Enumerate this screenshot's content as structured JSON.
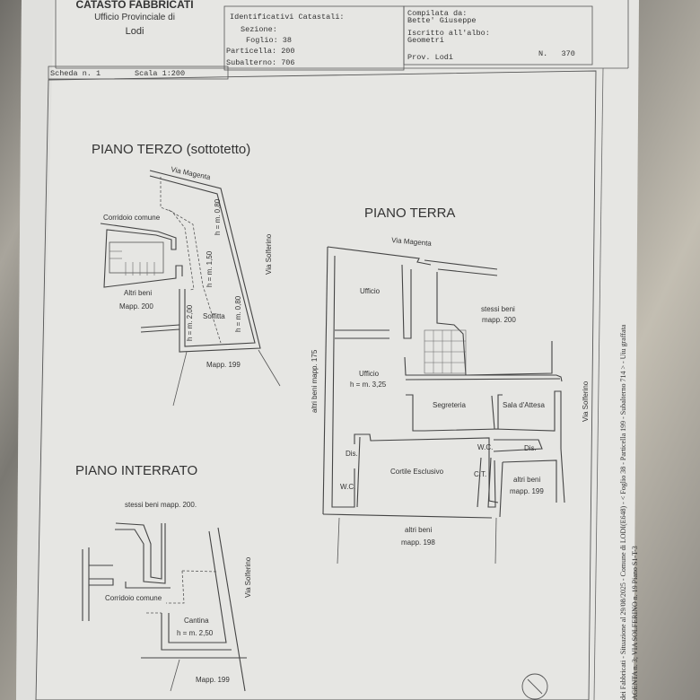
{
  "header": {
    "office_title": "CATASTO FABBRICATI",
    "office_subtitle": "Ufficio Provinciale di",
    "office_city": "Lodi",
    "identificativi_label": "Identificativi Catastali:",
    "sezione": "Sezione:",
    "foglio": "Foglio: 38",
    "particella": "Particella: 200",
    "subalterno": "Subalterno: 706",
    "compilata_label": "Compilata da:",
    "compilata_name": "Bette' Giuseppe",
    "iscritto_label": "Iscritto all'albo:",
    "iscritto_value": "Geometri",
    "prov": "Prov. Lodi",
    "numero": "N.   370",
    "scheda": "Scheda n. 1",
    "scala": "Scala 1:200"
  },
  "piano_terzo": {
    "title": "PIANO TERZO (sottotetto)",
    "via_magenta": "Via Magenta",
    "via_solferino": "Via Solferino",
    "corridoio": "Corridoio comune",
    "altri_beni": "Altri beni",
    "mapp_200": "Mapp. 200",
    "h_080_a": "h = m. 0,80",
    "h_150": "h = m. 1,50",
    "h_200": "h = m. 2,00",
    "h_080_b": "h = m. 0,80",
    "soffitta": "Soffitta",
    "mapp_199": "Mapp. 199"
  },
  "piano_terra": {
    "title": "PIANO TERRA",
    "via_magenta": "Via Magenta",
    "via_solferino": "Via Solferino",
    "altri_beni_175": "altri beni mapp. 175",
    "ufficio_1": "Ufficio",
    "ufficio_2": "Ufficio",
    "ufficio_2_h": "h = m. 3,25",
    "stessi_beni": "stessi beni",
    "mapp_200": "mapp. 200",
    "segreteria": "Segreteria",
    "sala_attesa": "Sala d'Attesa",
    "dis_1": "Dis.",
    "dis_2": "Dis.",
    "wc_1": "W.C.",
    "wc_2": "W.C.",
    "cortile": "Cortile Esclusivo",
    "ct": "C.T.",
    "altri_beni_199": "altri beni",
    "mapp_199": "mapp. 199",
    "altri_beni_198": "altri beni",
    "mapp_198": "mapp. 198"
  },
  "piano_interrato": {
    "title": "PIANO INTERRATO",
    "stessi_beni": "stessi beni mapp. 200.",
    "corridoio": "Corridoio comune",
    "via_solferino": "Via Solferino",
    "cantina": "Cantina",
    "cantina_h": "h = m. 2,50",
    "mapp_199": "Mapp. 199"
  },
  "side_text": {
    "line1": "dei Fabbricati - Situazione al 29/08/2025 - Comune di LODI(E648) - < Foglio 38 - Particella 199 - Subalterno 714 > - Uiu graffata",
    "line2": "AGENTA n. 3; VIA SOLFERINO n. 19 Piano S1-T-3"
  }
}
